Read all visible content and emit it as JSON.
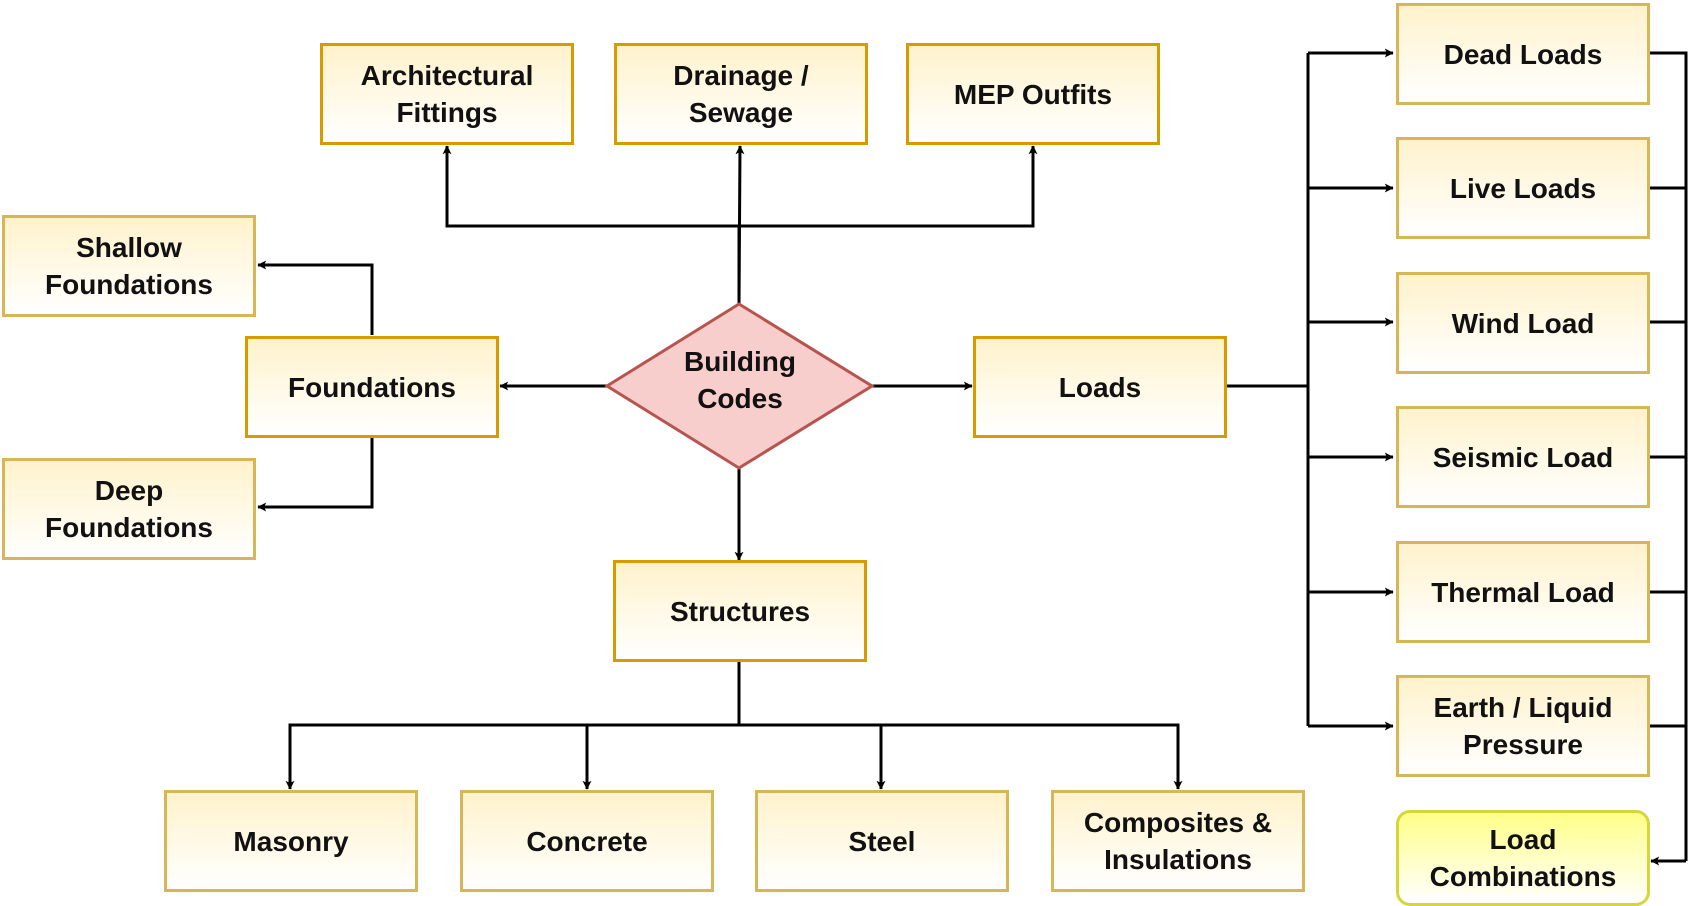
{
  "diagram": {
    "center": "Building\nCodes",
    "top": [
      "Architectural\nFittings",
      "Drainage /\nSewage",
      "MEP Outfits"
    ],
    "foundations": {
      "label": "Foundations",
      "children": [
        "Shallow\nFoundations",
        "Deep\nFoundations"
      ]
    },
    "loads": {
      "label": "Loads",
      "children": [
        "Dead Loads",
        "Live Loads",
        "Wind Load",
        "Seismic Load",
        "Thermal Load",
        "Earth / Liquid\nPressure"
      ],
      "result": "Load\nCombinations"
    },
    "structures": {
      "label": "Structures",
      "children": [
        "Masonry",
        "Concrete",
        "Steel",
        "Composites &\nInsulations"
      ]
    }
  },
  "colors": {
    "primary_border": "#d79b00",
    "secondary_border": "#d6b656",
    "combo_border": "#d6d63a",
    "diamond_fill": "#f8cecc",
    "diamond_border": "#b85450",
    "edge": "#000000"
  }
}
